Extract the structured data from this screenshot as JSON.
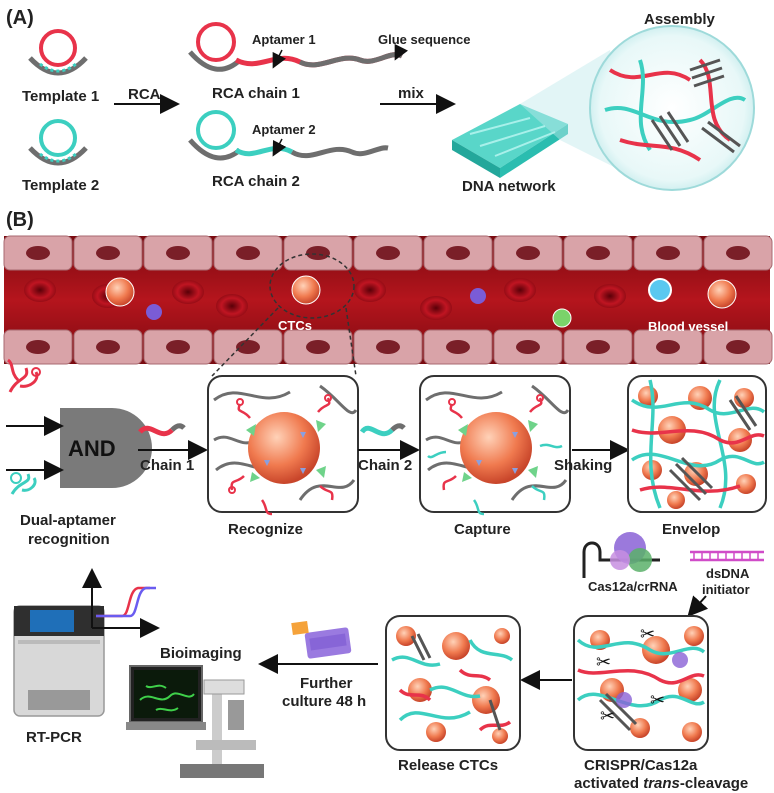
{
  "panel_a": {
    "label": "(A)",
    "template1": "Template 1",
    "template2": "Template 2",
    "rca": "RCA",
    "aptamer1": "Aptamer 1",
    "aptamer2": "Aptamer 2",
    "glue": "Glue sequence",
    "chain1": "RCA chain 1",
    "chain2": "RCA chain 2",
    "mix": "mix",
    "network": "DNA network",
    "assembly": "Assembly"
  },
  "panel_b": {
    "label": "(B)",
    "ctcs": "CTCs",
    "vessel": "Blood vessel",
    "and_gate": "AND",
    "dual_line1": "Dual-aptamer",
    "dual_line2": "recognition",
    "chain1": "Chain 1",
    "chain2": "Chain 2",
    "shaking": "Shaking",
    "recognize": "Recognize",
    "capture": "Capture",
    "envelop": "Envelop",
    "cas": "Cas12a/crRNA",
    "dsdna1": "dsDNA",
    "dsdna2": "initiator",
    "crispr1": "CRISPR/Cas12a",
    "crispr2_pre": "activated ",
    "crispr2_it": "trans",
    "crispr2_post": "-cleavage",
    "release": "Release CTCs",
    "further1": "Further",
    "further2": "culture 48 h",
    "bioimaging": "Bioimaging",
    "rtpcr": "RT-PCR"
  },
  "colors": {
    "red_strand": "#e8334a",
    "cyan_strand": "#3ccfc0",
    "grey_strand": "#6e6e6e",
    "vessel_wall": "#d9a3a8",
    "blood": "#a3121b",
    "ctc": "#f07a4f"
  }
}
